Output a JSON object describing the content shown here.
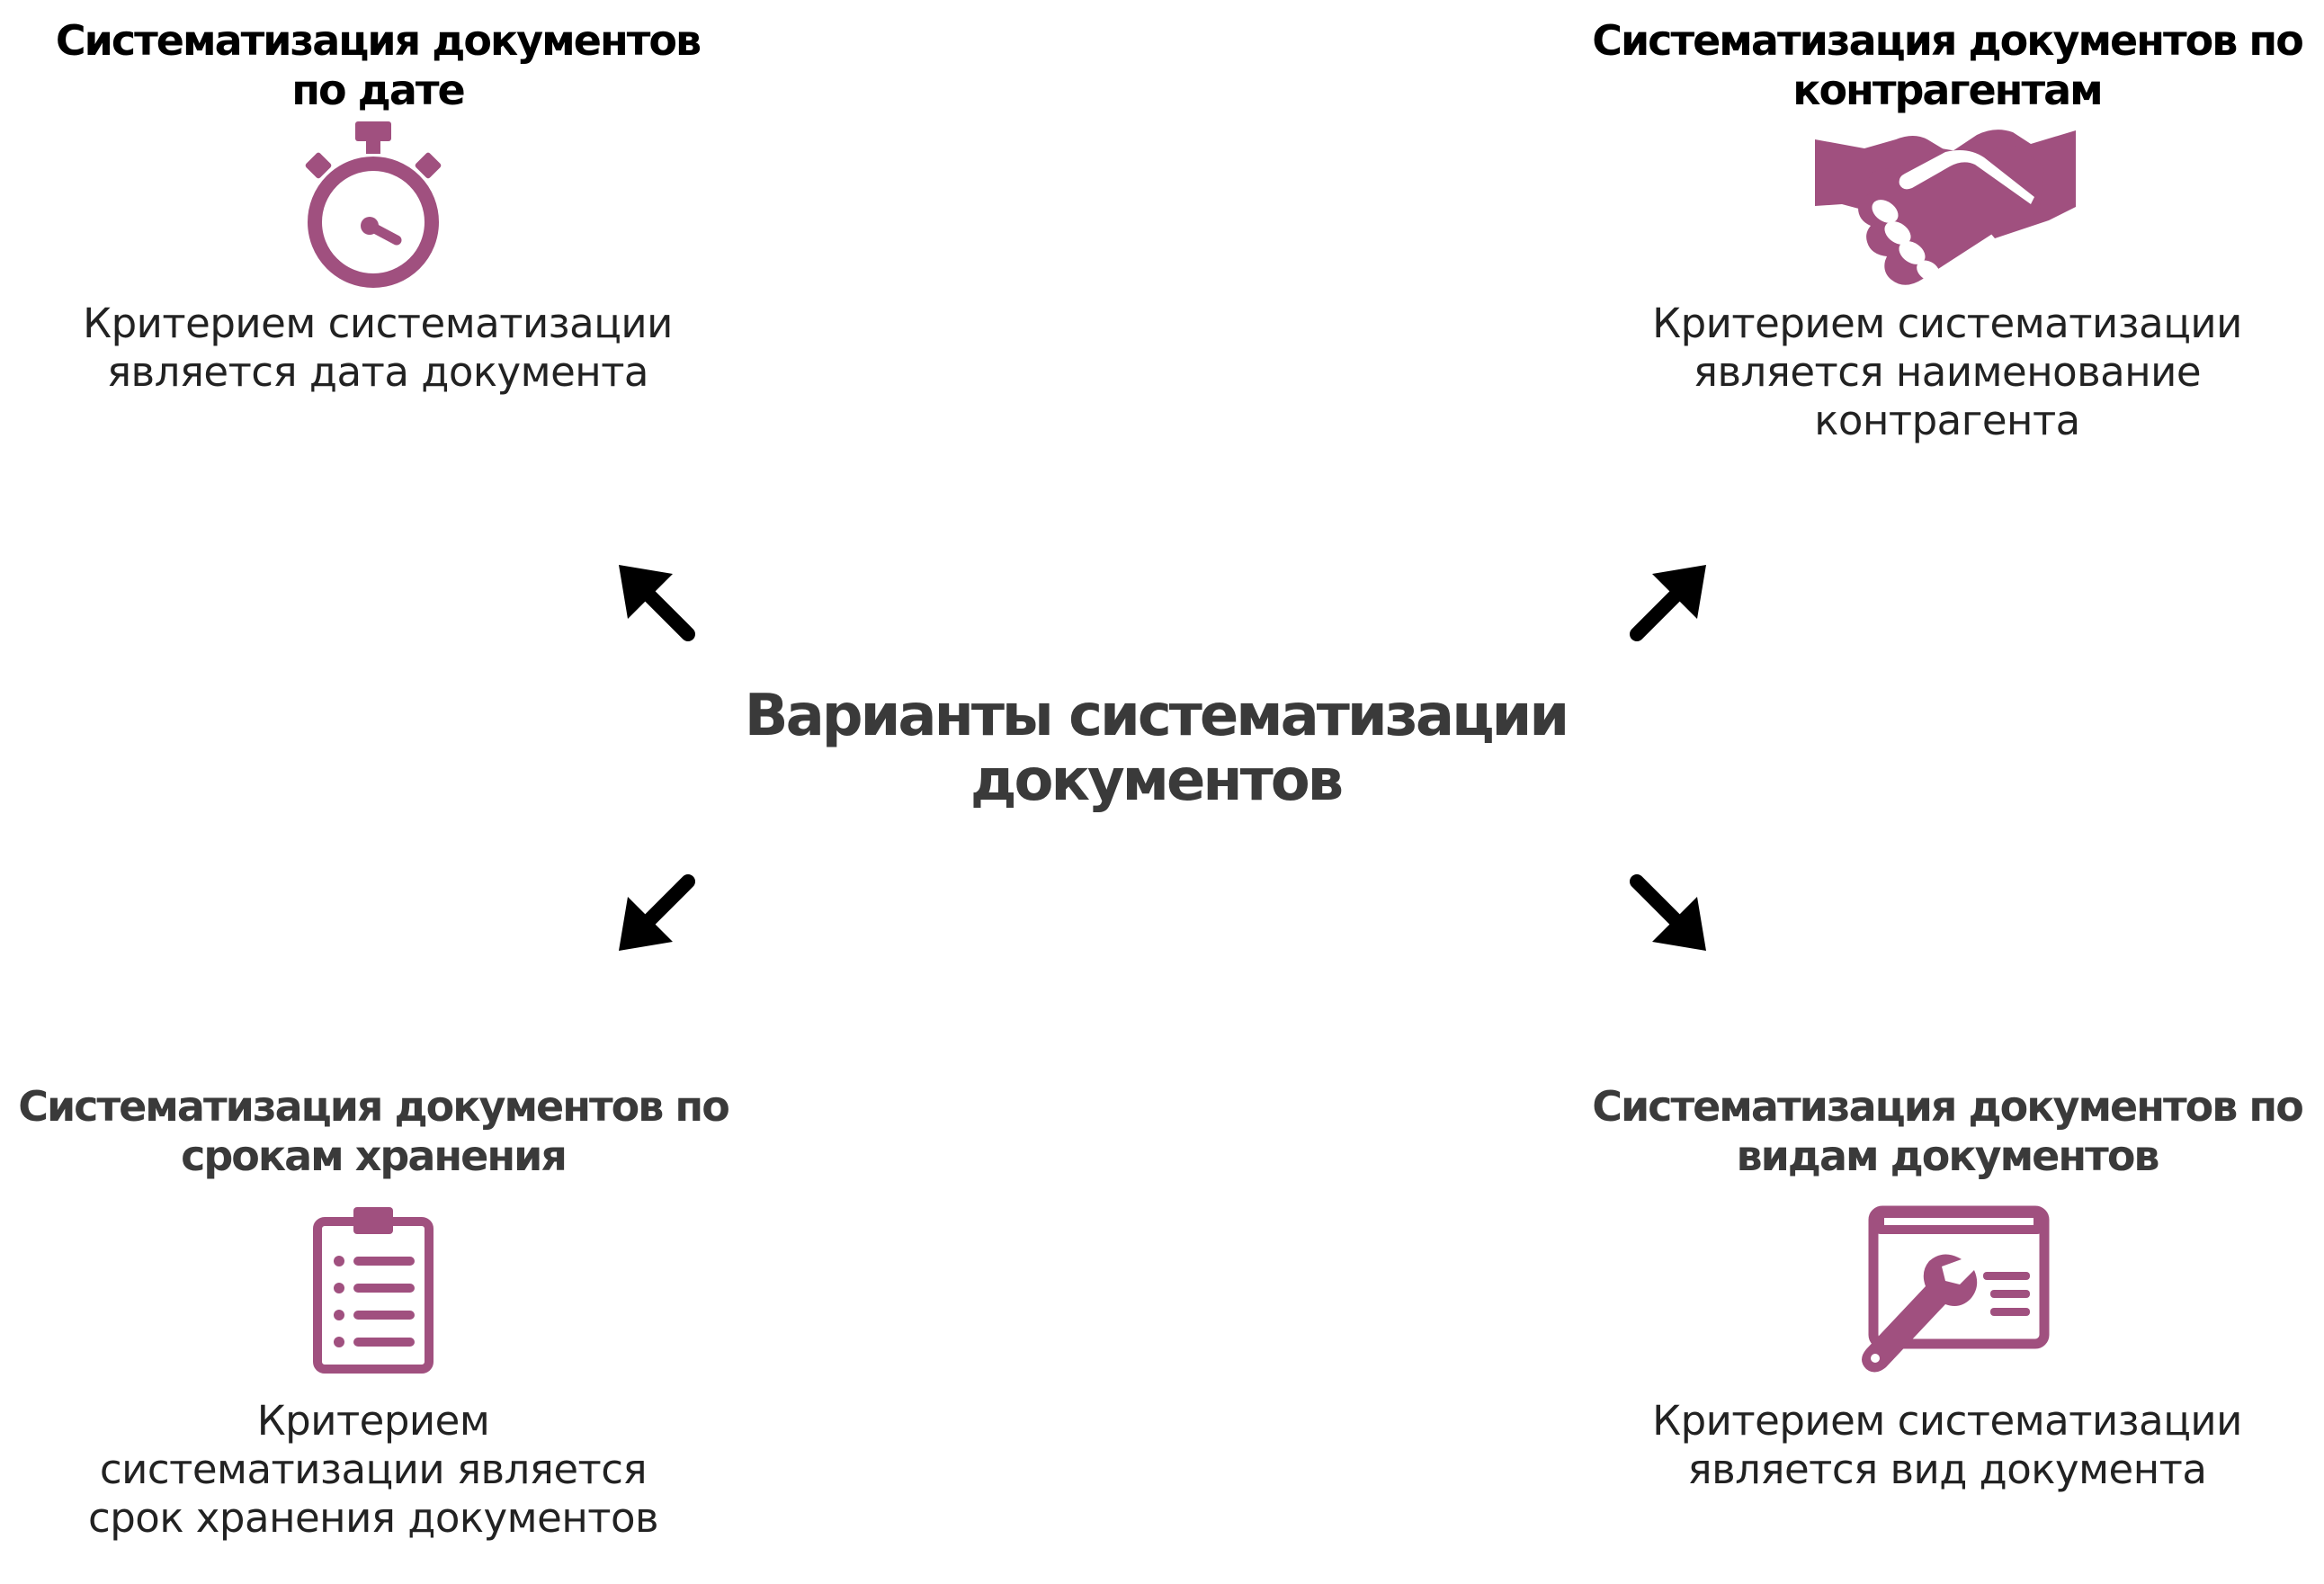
{
  "center": {
    "title_line1": "Варианты систематизации",
    "title_line2": "документов"
  },
  "blocks": {
    "by_date": {
      "title_line1": "Систематизация документов",
      "title_line2": "по дате",
      "desc_line1": "Критерием систематизации",
      "desc_line2": "является дата документа",
      "icon": "stopwatch-icon"
    },
    "by_counterparty": {
      "title_line1": "Систематизация документов по",
      "title_line2": "контрагентам",
      "desc_line1": "Критерием систематизации",
      "desc_line2": "является наименование",
      "desc_line3": "контрагента",
      "icon": "handshake-icon"
    },
    "by_storage_term": {
      "title_line1": "Систематизация документов по",
      "title_line2": "срокам хранения",
      "desc_line1": "Критерием",
      "desc_line2": "систематизации является",
      "desc_line3": "срок хранения документов",
      "icon": "clipboard-icon"
    },
    "by_doc_type": {
      "title_line1": "Систематизация документов по",
      "title_line2": "видам документов",
      "desc_line1": "Критерием систематизации",
      "desc_line2": "является вид документа",
      "icon": "window-wrench-icon"
    }
  },
  "colors": {
    "accent": "#a0507f",
    "arrow": "#000000",
    "text": "#222222",
    "heading_dark": "#3a3a3a"
  }
}
